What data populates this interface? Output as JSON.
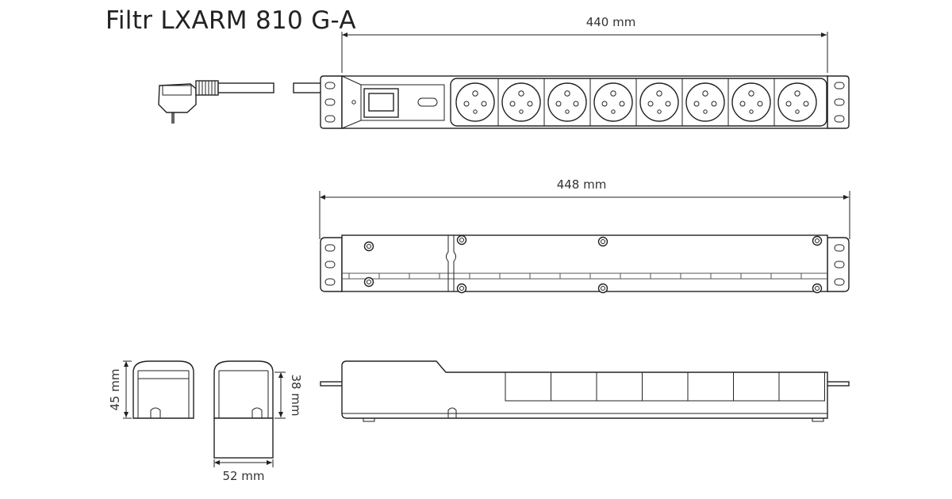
{
  "title": "Filtr LXARM 810 G-A",
  "dimensions": {
    "front_width": "440 mm",
    "top_width": "448 mm",
    "height": "45 mm",
    "inner_height": "38 mm",
    "depth": "52 mm"
  },
  "socket_count": 8,
  "colors": {
    "line": "#222222",
    "background": "#ffffff"
  }
}
